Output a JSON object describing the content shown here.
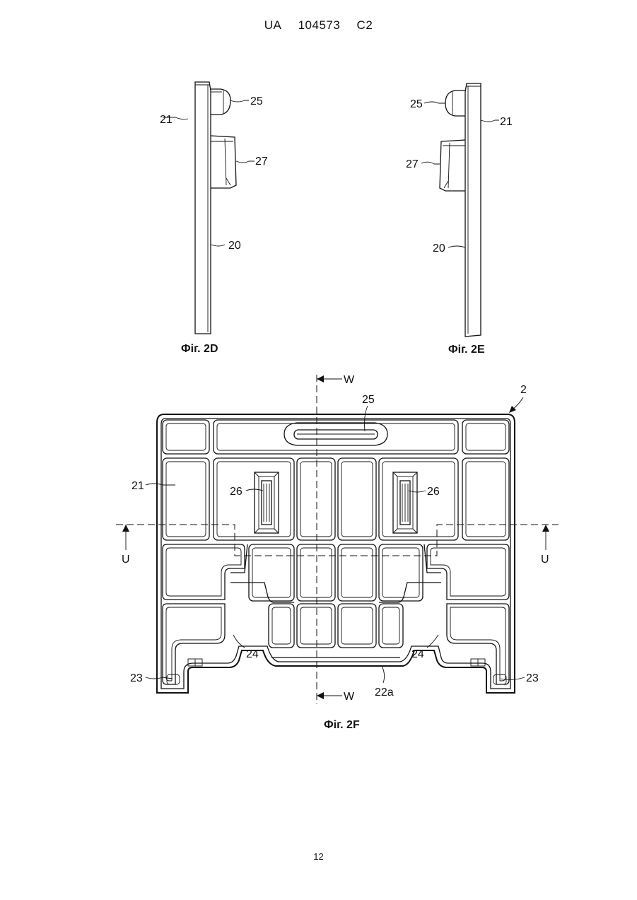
{
  "header": {
    "country": "UA",
    "number": "104573",
    "kind": "C2"
  },
  "page_number": "12",
  "figures": {
    "fig_2d": {
      "caption": "Фіг. 2D",
      "labels": {
        "l25": "25",
        "l21": "21",
        "l27": "27",
        "l20": "20"
      }
    },
    "fig_2e": {
      "caption": "Фіг. 2E",
      "labels": {
        "l25": "25",
        "l21": "21",
        "l27": "27",
        "l20": "20"
      }
    },
    "fig_2f": {
      "caption": "Фіг. 2F",
      "labels": {
        "l2": "2",
        "l25": "25",
        "l21": "21",
        "l26_left": "26",
        "l26_right": "26",
        "u_left": "U",
        "u_right": "U",
        "w_top": "W",
        "w_bottom": "W",
        "l24_left": "24",
        "l24_right": "24",
        "l23_left": "23",
        "l23_right": "23",
        "l22a": "22a"
      }
    }
  }
}
